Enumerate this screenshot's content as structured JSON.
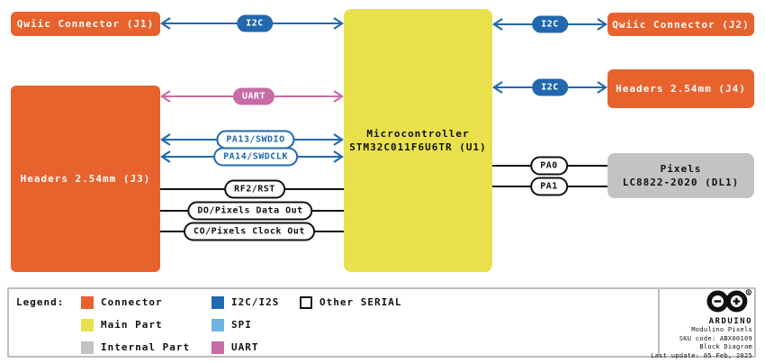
{
  "blocks": {
    "j1": {
      "label": "Qwiic Connector (J1)"
    },
    "j2": {
      "label": "Qwiic Connector (J2)"
    },
    "j3": {
      "label": "Headers 2.54mm (J3)"
    },
    "j4": {
      "label": "Headers 2.54mm (J4)"
    },
    "mcu": {
      "line1": "Microcontroller",
      "line2": "STM32C011F6U6TR (U1)"
    },
    "pixels": {
      "line1": "Pixels",
      "line2": "LC8822-2020 (DL1)"
    }
  },
  "connections": {
    "i2c_j1": "I2C",
    "i2c_j2": "I2C",
    "i2c_j4": "I2C",
    "uart": "UART",
    "pa13": "PA13/SWDIO",
    "pa14": "PA14/SWDCLK",
    "rst": "RF2/RST",
    "data_out": "DO/Pixels Data Out",
    "clock_out": "CO/Pixels Clock Out",
    "pa0": "PA0",
    "pa1": "PA1"
  },
  "legend": {
    "title": "Legend:",
    "items": [
      {
        "label": "Connector",
        "color": "#E8622D"
      },
      {
        "label": "Main Part",
        "color": "#E9E14B"
      },
      {
        "label": "Internal Part",
        "color": "#C3C3C3"
      },
      {
        "label": "I2C/I2S",
        "color": "#2268AE"
      },
      {
        "label": "SPI",
        "color": "#6FB3E0"
      },
      {
        "label": "UART",
        "color": "#C76CA7"
      },
      {
        "label": "Other SERIAL",
        "color": "#FFFFFF"
      }
    ]
  },
  "footer": {
    "brand": "ARDUINO",
    "product": "Modulino Pixels",
    "sku": "SKU code: ABX00109",
    "doc": "Block Diagram",
    "updated": "Last update: 05 Feb, 2025"
  },
  "colors": {
    "connector_orange": "#E8622D",
    "main_part_yellow": "#E9E14B",
    "internal_part_gray": "#C3C3C3",
    "i2c_blue": "#2268AE",
    "spi_light_blue": "#6FB3E0",
    "uart_pink": "#C76CA7",
    "wire_black": "#111111",
    "panel_border_gray": "#BDBDBD"
  }
}
